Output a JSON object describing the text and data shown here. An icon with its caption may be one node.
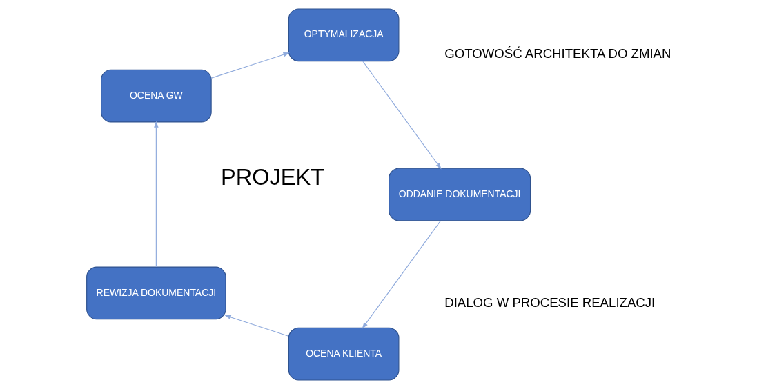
{
  "diagram": {
    "nodes": [
      {
        "text": [
          "OCENA KLIENTA"
        ]
      },
      {
        "text": [
          "REWIZJA DOKUMENTACJI"
        ]
      },
      {
        "text": [
          "OCENA GW"
        ]
      },
      {
        "text": [
          "OPTYMALIZACJA"
        ]
      },
      {
        "text": [
          "ODDANIE DOKUMENTACJI"
        ]
      }
    ],
    "edges": [
      {
        "from": 0,
        "to": 1,
        "arrow": "to"
      },
      {
        "from": 1,
        "to": 2,
        "arrow": "to"
      },
      {
        "from": 2,
        "to": 3,
        "arrow": "to"
      },
      {
        "from": 3,
        "to": 4,
        "arrow": "to"
      },
      {
        "from": 4,
        "to": 0,
        "arrow": "to"
      }
    ],
    "labels": [
      "GOTOWOŚĆ ARCHITEKTA DO ZMIAN",
      "PROJEKT",
      "DIALOG W PROCESIE REALIZACJI"
    ]
  }
}
